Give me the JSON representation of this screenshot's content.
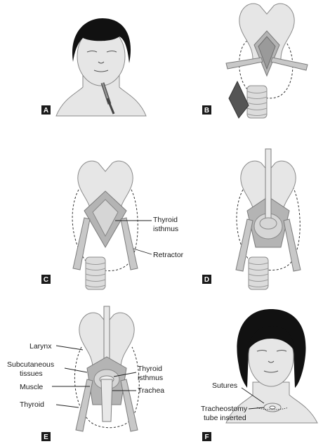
{
  "panels": [
    {
      "letter": "A"
    },
    {
      "letter": "B"
    },
    {
      "letter": "C",
      "labels": {
        "thyroid_isthmus_1": "Thyroid",
        "thyroid_isthmus_2": "isthmus",
        "retractor": "Retractor"
      }
    },
    {
      "letter": "D"
    },
    {
      "letter": "E",
      "labels": {
        "larynx": "Larynx",
        "subcutaneous_1": "Subcutaneous",
        "subcutaneous_2": "tissues",
        "muscle": "Muscle",
        "thyroid": "Thyroid",
        "thyroid_isthmus_1": "Thyroid",
        "thyroid_isthmus_2": "isthmus",
        "trachea": "Trachea"
      }
    },
    {
      "letter": "F",
      "labels": {
        "sutures": "Sutures",
        "tube_1": "Tracheostomy",
        "tube_2": "tube inserted"
      }
    }
  ],
  "colors": {
    "label_box": "#1a1a1a",
    "hair": "#111111",
    "skin": "#e6e6e6",
    "muscle": "#b4b4b4"
  }
}
